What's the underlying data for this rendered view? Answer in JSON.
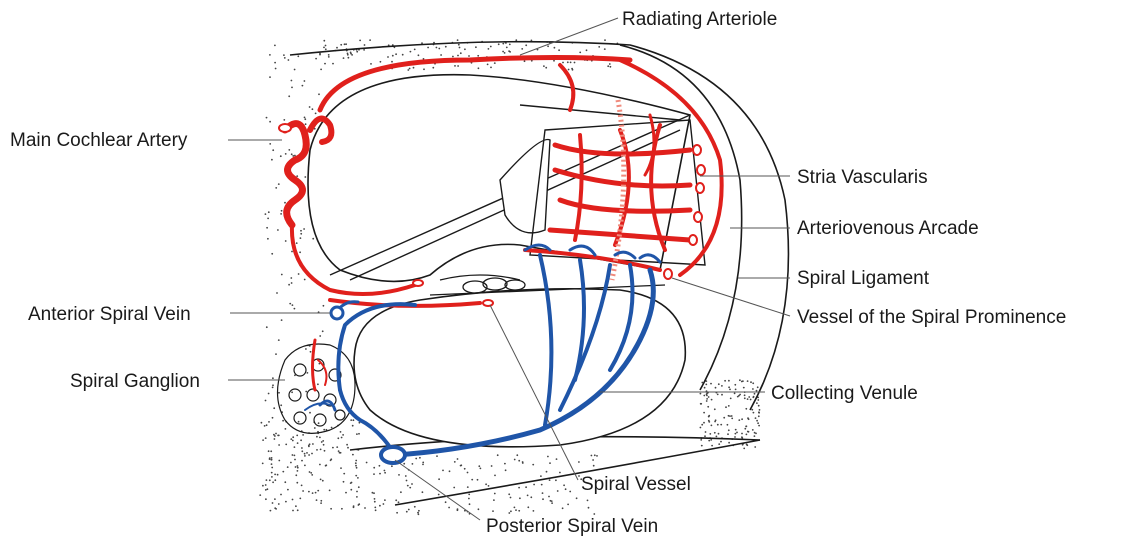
{
  "labels": {
    "radiating_arteriole": "Radiating Arteriole",
    "main_cochlear_artery": "Main Cochlear Artery",
    "stria_vascularis": "Stria Vascularis",
    "arteriovenous_arcade": "Arteriovenous Arcade",
    "spiral_ligament": "Spiral Ligament",
    "anterior_spiral_vein": "Anterior Spiral Vein",
    "vessel_spiral_prominence": "Vessel of the Spiral Prominence",
    "spiral_ganglion": "Spiral Ganglion",
    "collecting_venule": "Collecting Venule",
    "spiral_vessel": "Spiral Vessel",
    "posterior_spiral_vein": "Posterior Spiral Vein"
  },
  "colors": {
    "artery": "#e0201c",
    "vein": "#1f55a8",
    "outline": "#1a1a1a",
    "leader": "#555555",
    "stipple": "#444444"
  }
}
